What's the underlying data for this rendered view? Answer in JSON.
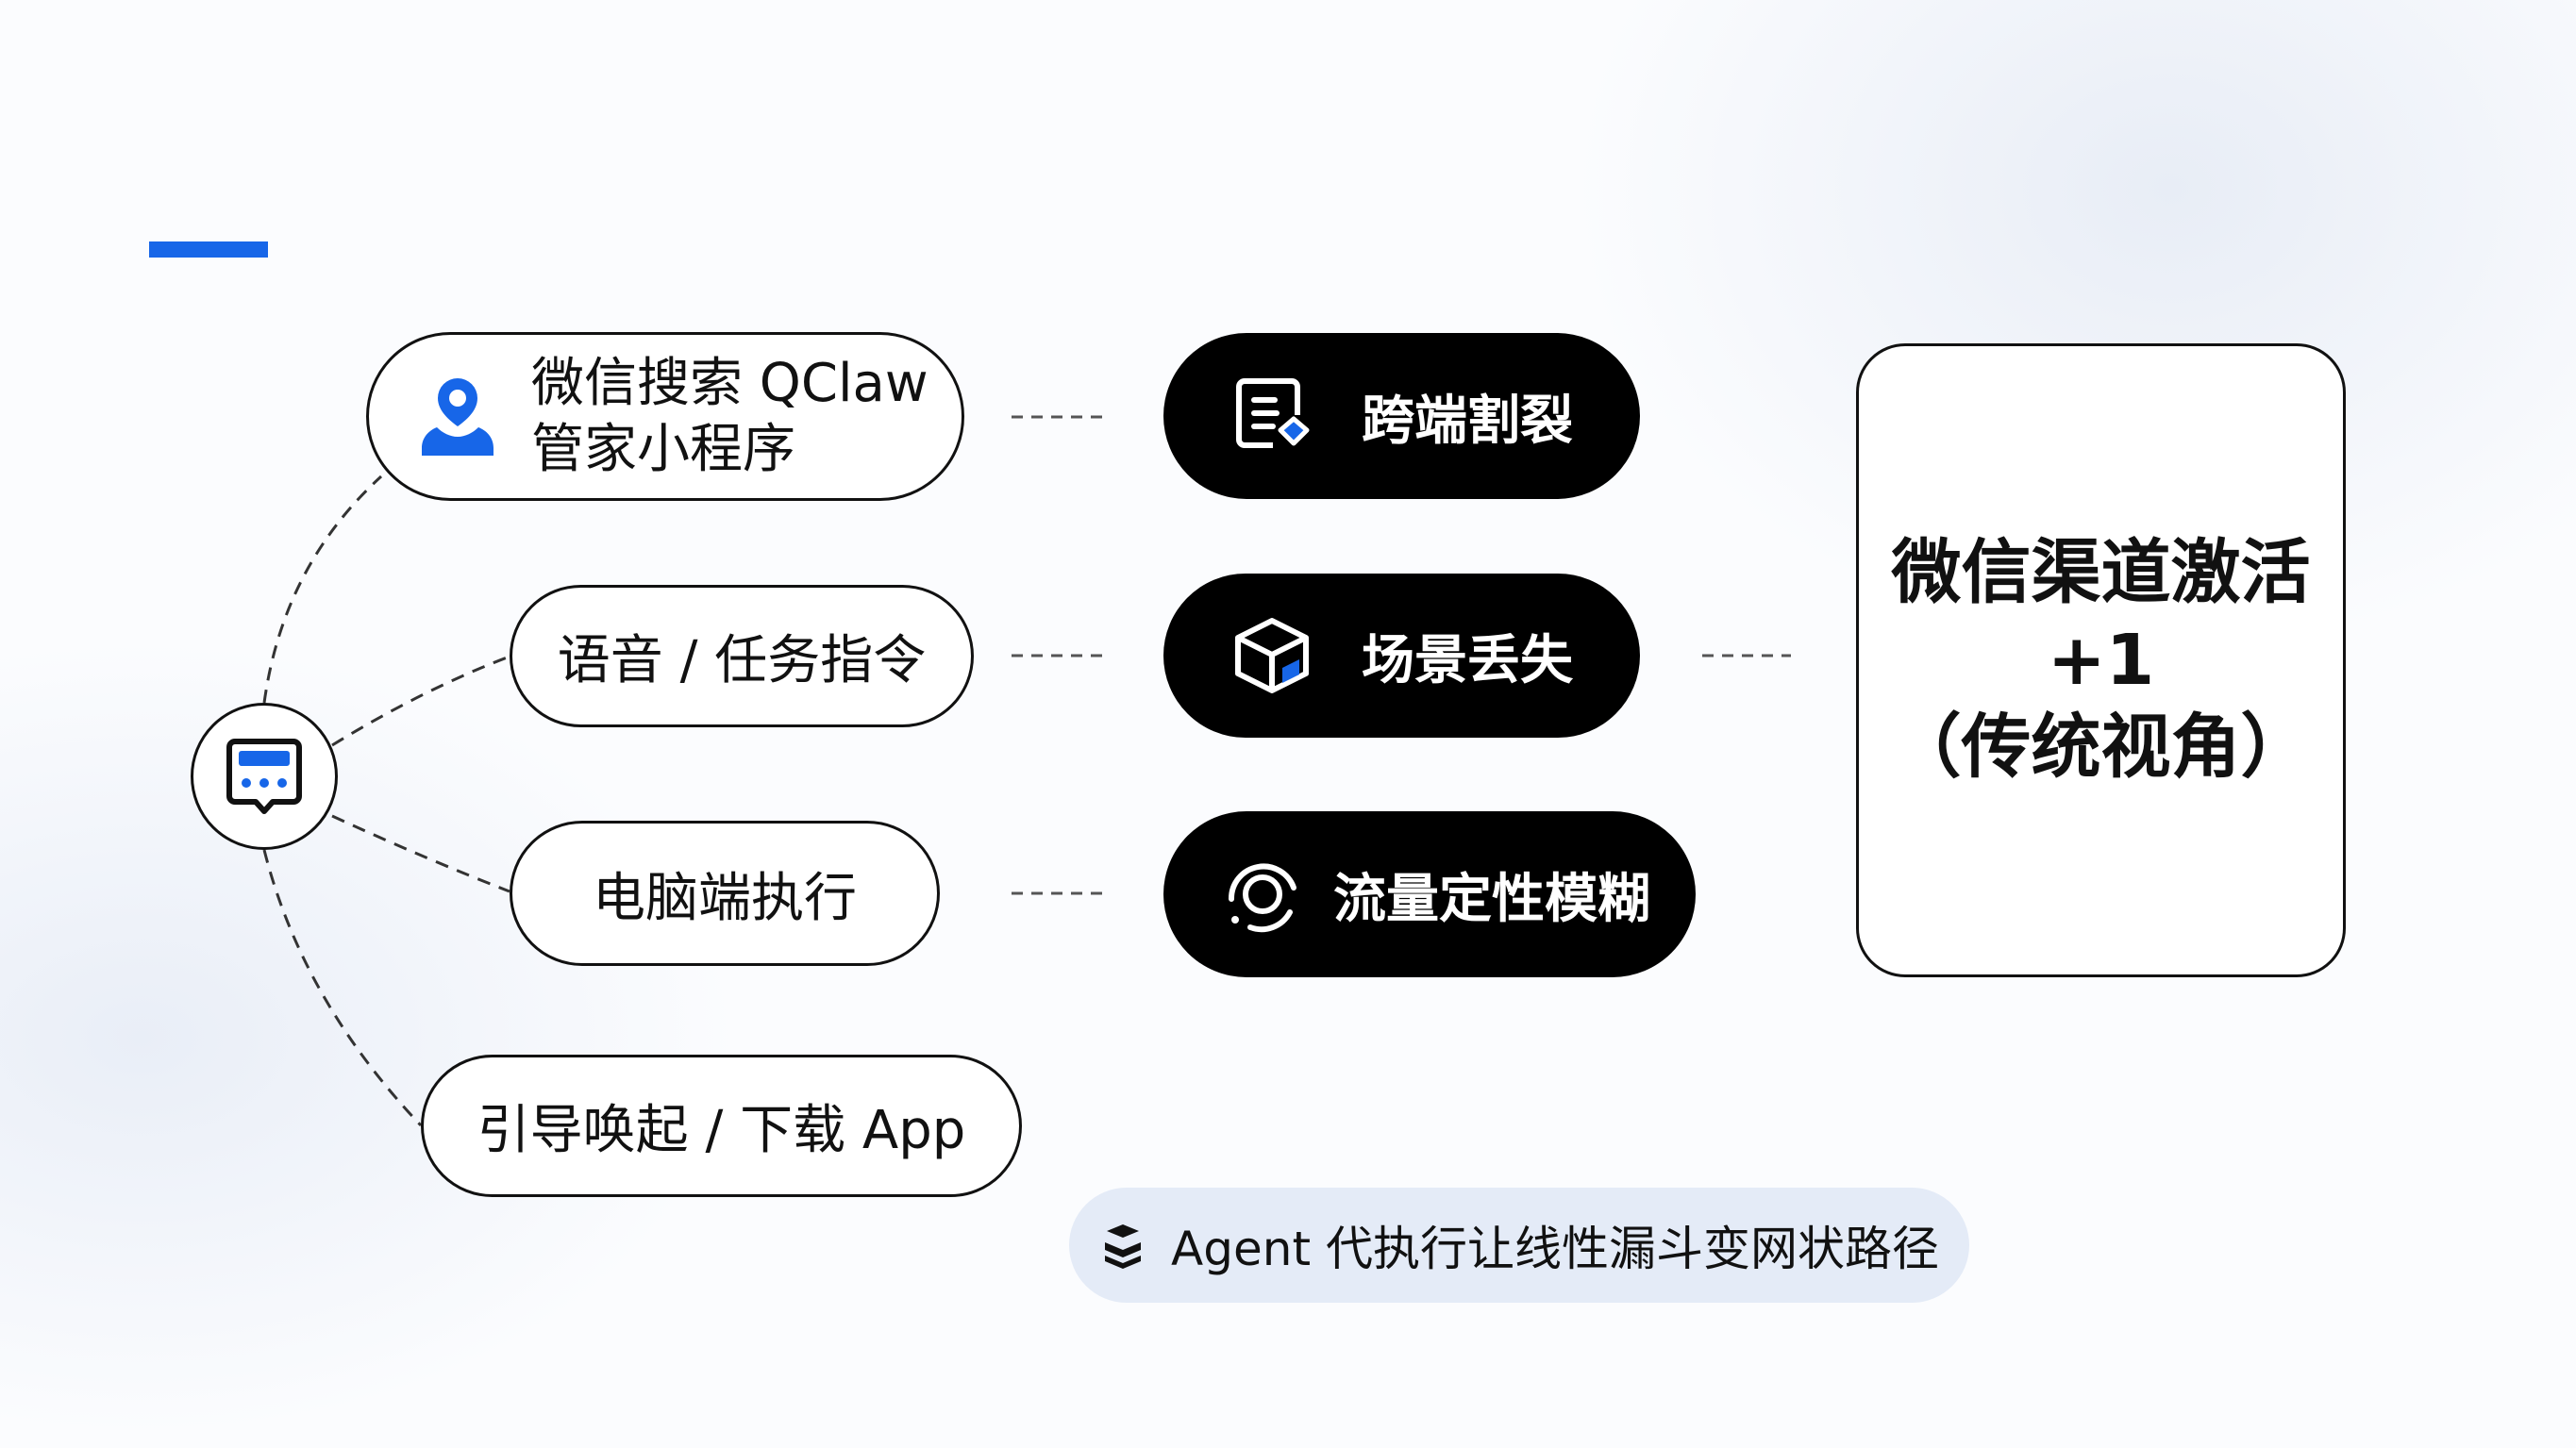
{
  "colors": {
    "accent": "#1766e8",
    "dark": "#000000"
  },
  "sources": [
    {
      "line1": "微信搜索 QClaw",
      "line2": "管家小程序",
      "icon": "user-icon"
    },
    {
      "label": "语音 / 任务指令"
    },
    {
      "label": "电脑端执行"
    },
    {
      "label": "引导唤起 / 下载 App"
    }
  ],
  "problems": [
    {
      "label": "跨端割裂",
      "icon": "document-icon"
    },
    {
      "label": "场景丢失",
      "icon": "cube-icon"
    },
    {
      "label": "流量定性模糊",
      "icon": "target-icon"
    }
  ],
  "result": {
    "line1": "微信渠道激活",
    "line2": "+1",
    "line3": "（传统视角）"
  },
  "note": {
    "label": "Agent 代执行让线性漏斗变网状路径",
    "icon": "layers-icon"
  }
}
